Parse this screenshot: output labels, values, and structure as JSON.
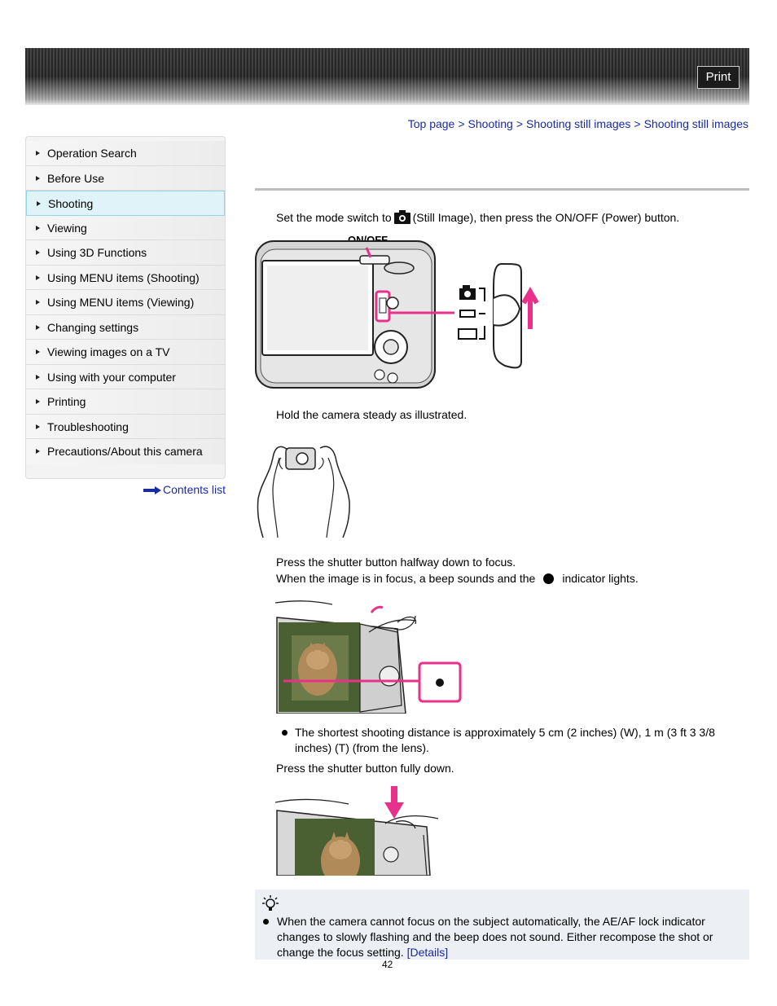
{
  "header": {
    "print_label": "Print"
  },
  "breadcrumb": {
    "items": [
      "Top page",
      "Shooting",
      "Shooting still images",
      "Shooting still images"
    ],
    "separator": ">"
  },
  "sidebar": {
    "items": [
      {
        "label": "Operation Search"
      },
      {
        "label": "Before Use"
      },
      {
        "label": "Shooting",
        "active": true
      },
      {
        "label": "Viewing"
      },
      {
        "label": "Using 3D Functions"
      },
      {
        "label": "Using MENU items (Shooting)"
      },
      {
        "label": "Using MENU items (Viewing)"
      },
      {
        "label": "Changing settings"
      },
      {
        "label": "Viewing images on a TV"
      },
      {
        "label": "Using with your computer"
      },
      {
        "label": "Printing"
      },
      {
        "label": "Troubleshooting"
      },
      {
        "label": "Precautions/About this camera"
      }
    ],
    "contents_link": "Contents list"
  },
  "steps": {
    "s1_before": "Set the mode switch to",
    "s1_after": "(Still Image), then press the ON/OFF (Power) button.",
    "fig1_label": "ON/OFF",
    "s2": "Hold the camera steady as illustrated.",
    "s3_line1": "Press the shutter button halfway down to focus.",
    "s3_line2_before": "When the image is in focus, a beep sounds and the",
    "s3_line2_after": "indicator lights.",
    "note": "The shortest shooting distance is approximately 5 cm (2 inches) (W), 1 m (3 ft 3 3/8 inches) (T) (from the lens).",
    "s4": "Press the shutter button fully down."
  },
  "hint": {
    "text": "When the camera cannot focus on the subject automatically, the AE/AF lock indicator changes to slowly flashing and the beep does not sound. Either recompose the shot or change the focus setting.",
    "link": "[Details]"
  },
  "page_number": "42",
  "colors": {
    "accent_pink": "#e8318a",
    "link": "#1a2aa0",
    "active_bg": "#dff3f8"
  }
}
